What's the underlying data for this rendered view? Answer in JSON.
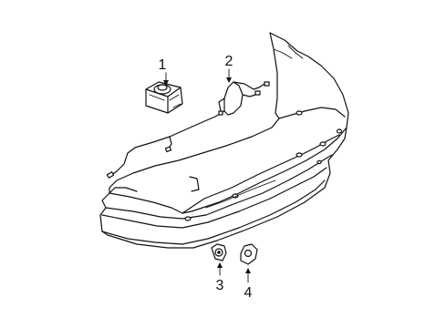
{
  "diagram": {
    "callouts": [
      {
        "id": "1",
        "label": "1",
        "part": "parking-aid-module"
      },
      {
        "id": "2",
        "label": "2",
        "part": "sensor-wiring-harness"
      },
      {
        "id": "3",
        "label": "3",
        "part": "parking-sensor"
      },
      {
        "id": "4",
        "label": "4",
        "part": "sensor-bracket"
      }
    ],
    "line_color": "#111111",
    "background": "#ffffff"
  }
}
